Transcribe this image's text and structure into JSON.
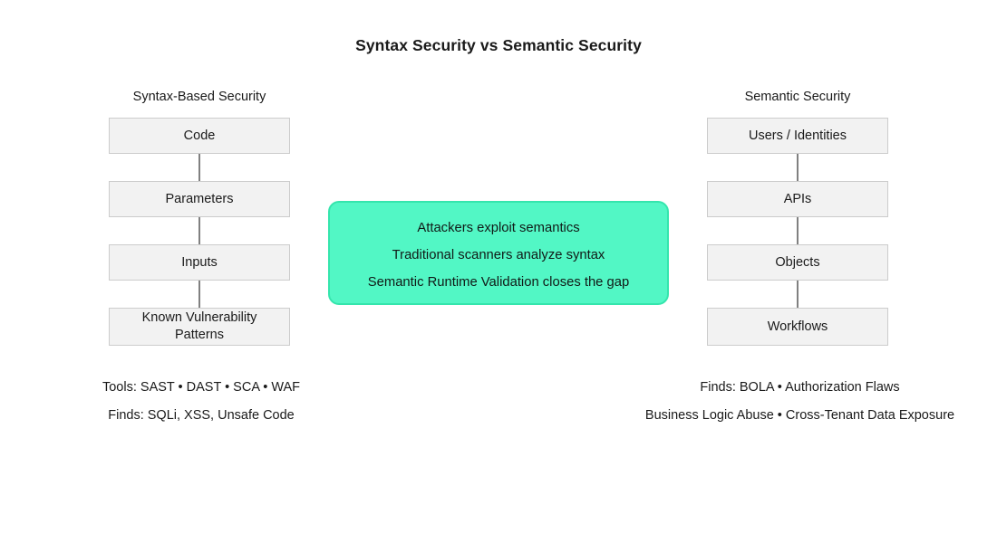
{
  "title": "Syntax Security vs Semantic Security",
  "colors": {
    "background": "#ffffff",
    "node_fill": "#f2f2f2",
    "node_border": "#cccccc",
    "connector": "#808080",
    "highlight_fill": "#52f7c5",
    "highlight_border": "#35e5ad",
    "text": "#1a1a1a"
  },
  "left_column": {
    "header": "Syntax-Based Security",
    "nodes": [
      "Code",
      "Parameters",
      "Inputs",
      "Known Vulnerability Patterns"
    ],
    "footer_lines": [
      "Tools: SAST • DAST • SCA • WAF",
      "Finds: SQLi, XSS, Unsafe Code"
    ]
  },
  "right_column": {
    "header": "Semantic Security",
    "nodes": [
      "Users / Identities",
      "APIs",
      "Objects",
      "Workflows"
    ],
    "footer_lines": [
      "Finds: BOLA • Authorization Flaws",
      "Business Logic Abuse • Cross-Tenant Data Exposure"
    ]
  },
  "center_note": {
    "lines": [
      "Attackers exploit semantics",
      "Traditional scanners analyze syntax",
      "Semantic Runtime Validation closes the gap"
    ]
  }
}
